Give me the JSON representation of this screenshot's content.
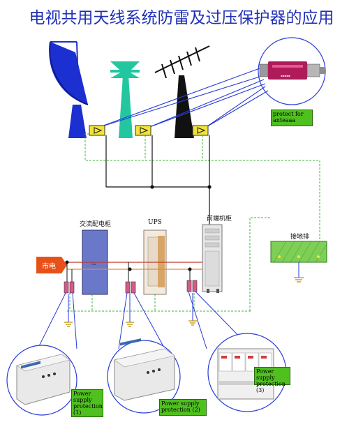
{
  "title": "电视共用天线系统防雷及过压保护器的应用",
  "labels": {
    "ac_cabinet": "交流配电柜",
    "ups": "UPS",
    "headend": "前端机柜",
    "ground_bar": "接地排",
    "mains": "市电"
  },
  "callouts": {
    "antenna_protect": "protect for anteaaa",
    "psp1": "Power supply protection (1)",
    "psp2": "Power supply protection (2)",
    "psp3": "Power supply protection (3)"
  },
  "colors": {
    "title": "#1f2fb8",
    "dish": "#1c2fd0",
    "green_antenna": "#22c7a0",
    "line_signal": "#2a3bd8",
    "line_power_red": "#c0392b",
    "line_power_orange": "#e08a3a",
    "ground_dashed": "#3cb43c",
    "callout_green": "#4fc01e"
  }
}
